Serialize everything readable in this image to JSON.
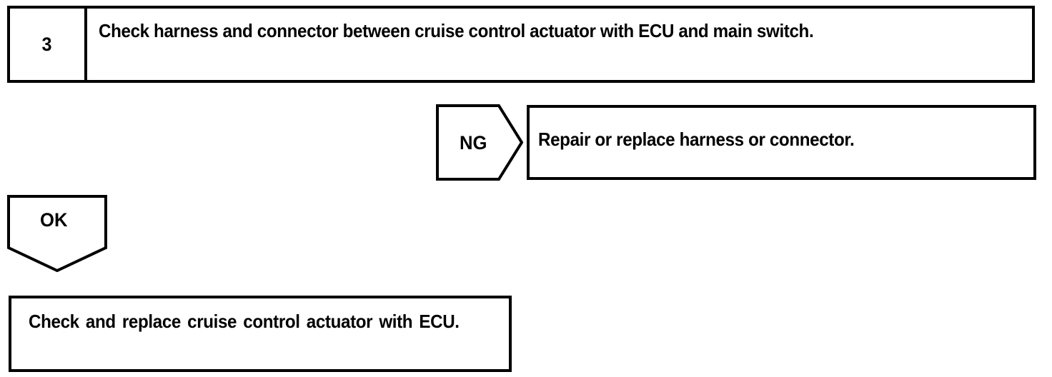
{
  "diagram": {
    "type": "troubleshooting-flowchart",
    "colors": {
      "line": "#000000",
      "background": "#ffffff",
      "text": "#000000"
    },
    "step": {
      "number": "3",
      "description": "Check harness and connector between cruise control actuator with ECU and main switch."
    },
    "branches": [
      {
        "label": "NG",
        "direction": "right",
        "target": "Repair or replace harness or connector."
      },
      {
        "label": "OK",
        "direction": "down",
        "target": "Check and replace cruise control actuator with ECU."
      }
    ],
    "ng": {
      "label": "NG",
      "result": "Repair or replace harness or connector."
    },
    "ok": {
      "label": "OK",
      "result": "Check and replace cruise control actuator with ECU."
    }
  }
}
